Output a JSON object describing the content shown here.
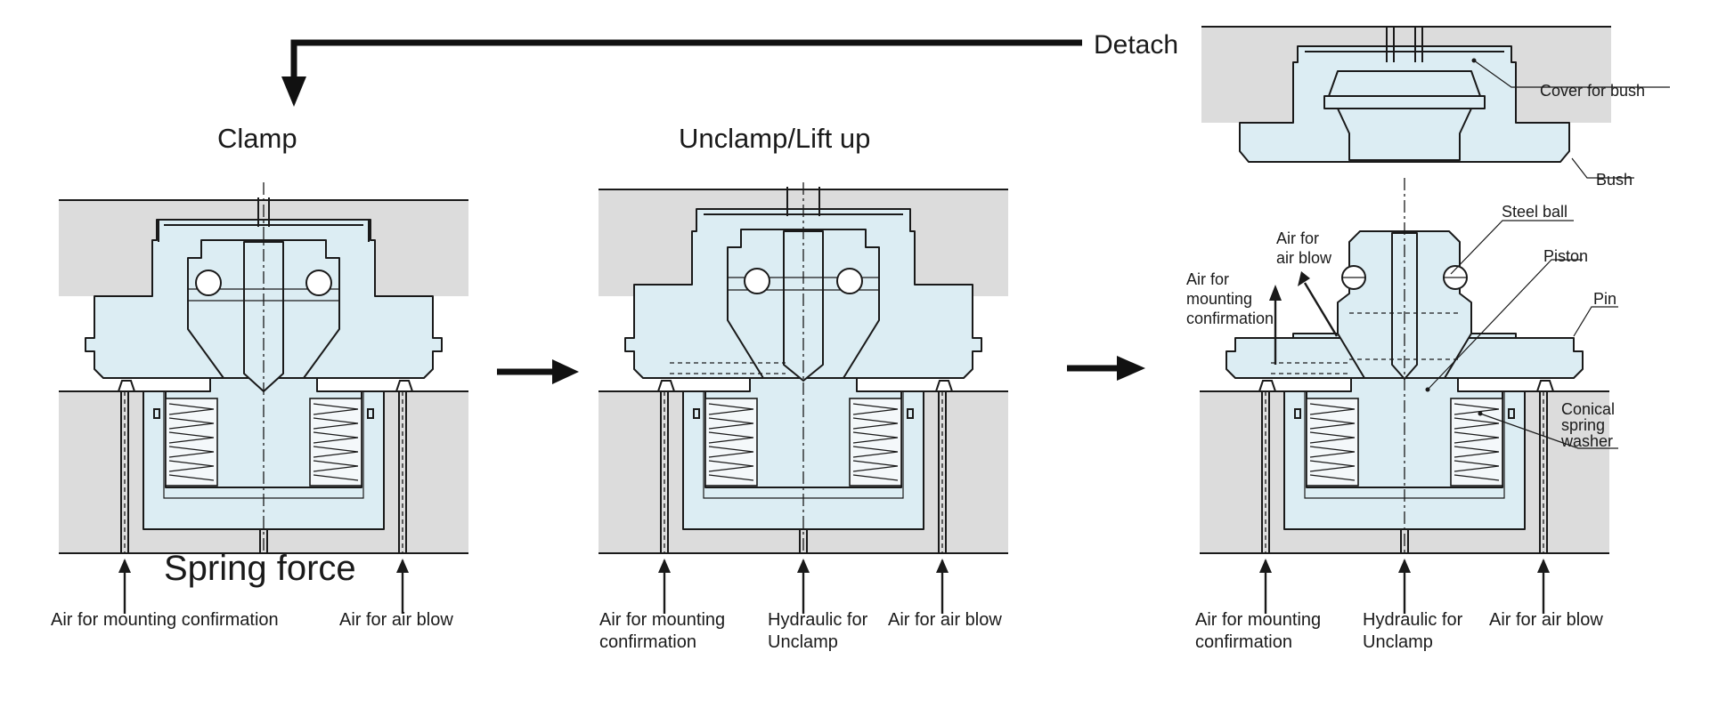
{
  "labels": {
    "detach": "Detach",
    "clamp": "Clamp",
    "unclamp": "Unclamp/Lift up",
    "spring_force": "Spring force",
    "p1_air_mount": "Air for mounting confirmation",
    "p1_air_blow": "Air for air blow",
    "p2_air_mount_1": "Air for mounting",
    "p2_air_mount_2": "confirmation",
    "p2_hydraulic_1": "Hydraulic for",
    "p2_hydraulic_2": "Unclamp",
    "p2_air_blow": "Air for air blow",
    "p3_air_mount_1": "Air for mounting",
    "p3_air_mount_2": "confirmation",
    "p3_hydraulic_1": "Hydraulic for",
    "p3_hydraulic_2": "Unclamp",
    "p3_air_blow": "Air for air blow",
    "p3_side_air_mount_1": "Air for",
    "p3_side_air_mount_2": "mounting",
    "p3_side_air_mount_3": "confirmation",
    "p3_side_air_blow_1": "Air for",
    "p3_side_air_blow_2": "air blow"
  },
  "parts": {
    "cover_for_bush": "Cover for bush",
    "bush": "Bush",
    "steel_ball": "Steel ball",
    "piston": "Piston",
    "pin": "Pin",
    "spring_1": "Conical",
    "spring_2": "spring",
    "spring_3": "washer"
  },
  "colors": {
    "body": "#dcedf3",
    "plate": "#dcdcdc",
    "line": "#1a1a1a"
  }
}
